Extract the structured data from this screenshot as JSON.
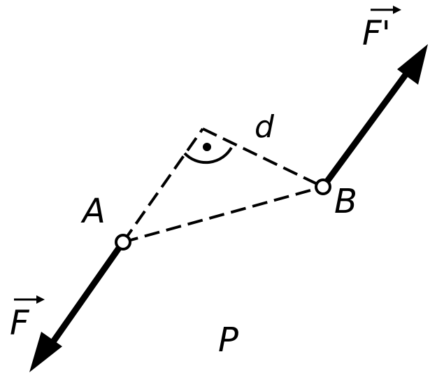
{
  "diagram": {
    "labels": {
      "point_a": "A",
      "point_b": "B",
      "distance": "d",
      "force_f": "F",
      "force_f_prime": "F'",
      "plane": "P"
    },
    "colors": {
      "ink": "#000000",
      "background": "#ffffff"
    }
  }
}
